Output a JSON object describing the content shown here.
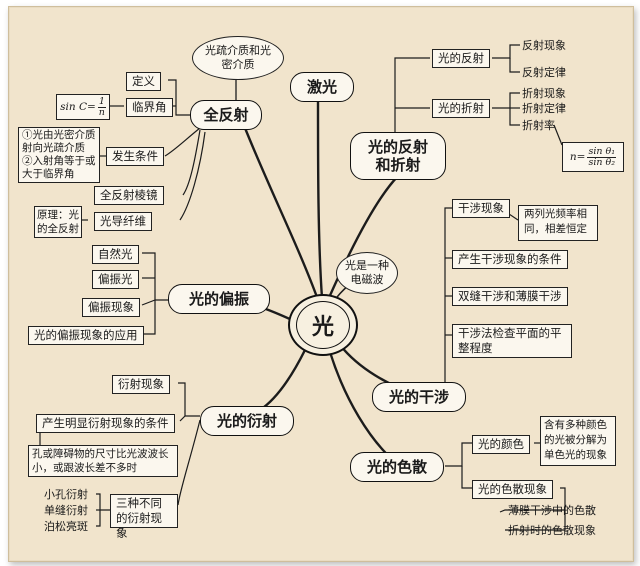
{
  "center": {
    "label": "光"
  },
  "bubbles": {
    "em_wave": "光是一种电磁波",
    "media": "光疏介质和光密介质"
  },
  "laser": {
    "title": "激光"
  },
  "total_reflection": {
    "title": "全反射",
    "definition": "定义",
    "critical_angle": "临界角",
    "critical_formula": {
      "lhs": "sin C=",
      "num": "1",
      "den": "n"
    },
    "conditions": "发生条件",
    "condition_text": "①光由光密介质射向光疏介质 ②入射角等于或大于临界角",
    "prism": "全反射棱镜",
    "fiber": "光导纤维",
    "fiber_principle": "原理：光的全反射"
  },
  "reflection_refraction": {
    "title": "光的反射和折射",
    "reflection": "光的反射",
    "reflection_phenomenon": "反射现象",
    "reflection_law": "反射定律",
    "refraction": "光的折射",
    "refraction_phenomenon": "折射现象",
    "refraction_law": "折射定律",
    "refractive_index": "折射率",
    "index_formula": {
      "lhs": "n=",
      "num": "sin θ₁",
      "den": "sin θ₂"
    }
  },
  "polarization": {
    "title": "光的偏振",
    "natural": "自然光",
    "polarized": "偏振光",
    "phenomenon": "偏振现象",
    "applications": "光的偏振现象的应用"
  },
  "interference": {
    "title": "光的干涉",
    "phenomenon": "干涉现象",
    "condition_note": "两列光频率相同，相差恒定",
    "conditions": "产生干涉现象的条件",
    "double_slit": "双缝干涉和薄膜干涉",
    "flatness": "干涉法检查平面的平整程度"
  },
  "diffraction": {
    "title": "光的衍射",
    "phenomenon": "衍射现象",
    "conditions": "产生明显衍射现象的条件",
    "condition_text": "孔或障碍物的尺寸比光波波长小，或跟波长差不多时",
    "three_types": "三种不同的衍射现象",
    "small_hole": "小孔衍射",
    "single_slit": "单缝衍射",
    "poisson": "泊松亮斑"
  },
  "dispersion": {
    "title": "光的色散",
    "color": "光的颜色",
    "color_note": "含有多种颜色的光被分解为单色光的现象",
    "phenomenon": "光的色散现象",
    "thin_film": "薄膜干涉中的色散",
    "refraction": "折射时的色散现象"
  }
}
